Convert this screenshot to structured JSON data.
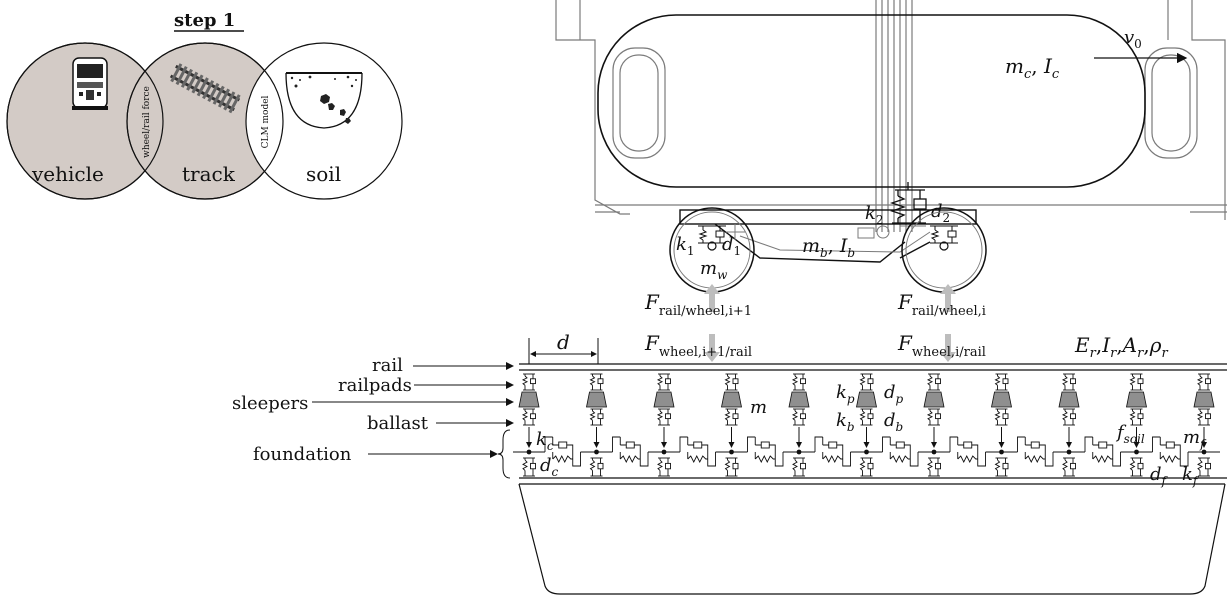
{
  "step_title": "step 1",
  "venn": {
    "circles": [
      "vehicle",
      "track",
      "soil"
    ],
    "interface_left": "wheel/rail force",
    "interface_right": "CLM model"
  },
  "track_labels": {
    "rail": "rail",
    "railpads": "railpads",
    "sleepers": "sleepers",
    "ballast": "ballast",
    "foundation": "foundation"
  },
  "symbols": {
    "d": "d",
    "v0": "v",
    "v0_sub": "0",
    "mc": "m",
    "mc_sub": "c",
    "Ic": "I",
    "Ic_sub": "c",
    "k2": "k",
    "k2_sub": "2",
    "d2": "d",
    "d2_sub": "2",
    "k1": "k",
    "k1_sub": "1",
    "d1": "d",
    "d1_sub": "1",
    "mb": "m",
    "mb_sub": "b",
    "Ib": "I",
    "Ib_sub": "b",
    "mw": "m",
    "mw_sub": "w",
    "F": "F",
    "F_rw_i1_sub": "rail/wheel,i+1",
    "F_rw_i_sub": "rail/wheel,i",
    "F_wr_i1_sub": "wheel,i+1/rail",
    "F_wr_i_sub": "wheel,i/rail",
    "rail_props": "E",
    "Er_sub": "r",
    "Ir": "I",
    "Ir_sub": "r",
    "Ar": "A",
    "Ar_sub": "r",
    "rho": "ρ",
    "rho_sub": "r",
    "m": "m",
    "kp": "k",
    "kp_sub": "p",
    "dp": "d",
    "dp_sub": "p",
    "kb": "k",
    "kb_sub": "b",
    "db": "d",
    "db_sub": "b",
    "kc": "k",
    "kc_sub": "c",
    "dc": "d",
    "dc_sub": "c",
    "fsoil": "f",
    "fsoil_sub": "soil",
    "mf": "m",
    "mf_sub": "f",
    "df": "d",
    "df_sub": "f",
    "kf": "k",
    "kf_sub": "f"
  },
  "colors": {
    "venn_fill": "#d3cbc6",
    "sleeper_fill": "#8f8f8f",
    "force_arrow": "#bdbdbd",
    "vehicle_line": "#7a7a7a"
  }
}
